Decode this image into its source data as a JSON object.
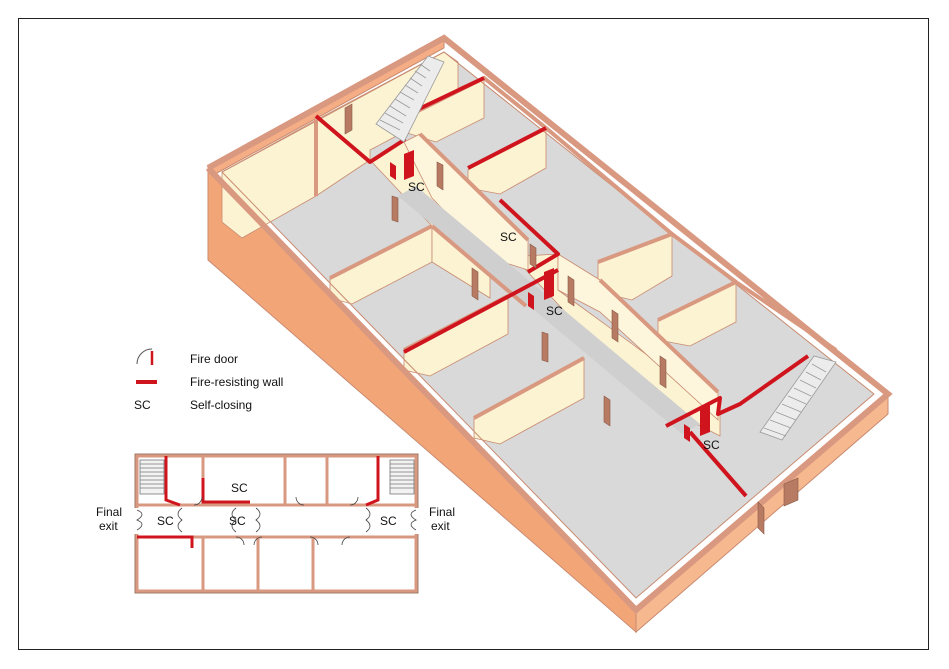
{
  "legend": {
    "fire_door": "Fire door",
    "fire_wall": "Fire-resisting wall",
    "sc_symbol": "SC",
    "sc_text": "Self-closing"
  },
  "iso_labels": {
    "sc_upper": "SC",
    "sc_mid": "SC",
    "sc_center": "SC",
    "sc_lower": "SC"
  },
  "plan": {
    "final_exit_left_1": "Final",
    "final_exit_left_2": "exit",
    "final_exit_right_1": "Final",
    "final_exit_right_2": "exit",
    "sc_top": "SC",
    "sc_left": "SC",
    "sc_mid": "SC",
    "sc_right": "SC"
  },
  "colors": {
    "fire_wall": "#d0141e",
    "wall_top": "#d99880",
    "wall_inner": "#fbf3d2",
    "wall_outer": "#f4ad84",
    "floor": "#d9d9d9",
    "door": "#b77a63"
  }
}
